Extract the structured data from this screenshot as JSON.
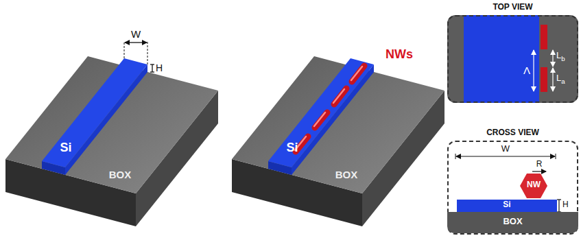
{
  "diagram": {
    "nodes": [
      {
        "text": [
          "TOP VIEW"
        ]
      },
      {
        "text": [
          "CROSS VIEW"
        ]
      },
      {
        "text": [
          "NW"
        ],
        "in": 1
      },
      {
        "text": [
          "Si"
        ],
        "in": 1
      },
      {
        "text": [
          "BOX"
        ],
        "in": 1
      }
    ],
    "labels": [
      "W",
      "H",
      "Si",
      "BOX",
      "Si",
      "BOX",
      "NWs",
      "Λ",
      "Lb",
      "La",
      "W",
      "R",
      "H"
    ]
  }
}
